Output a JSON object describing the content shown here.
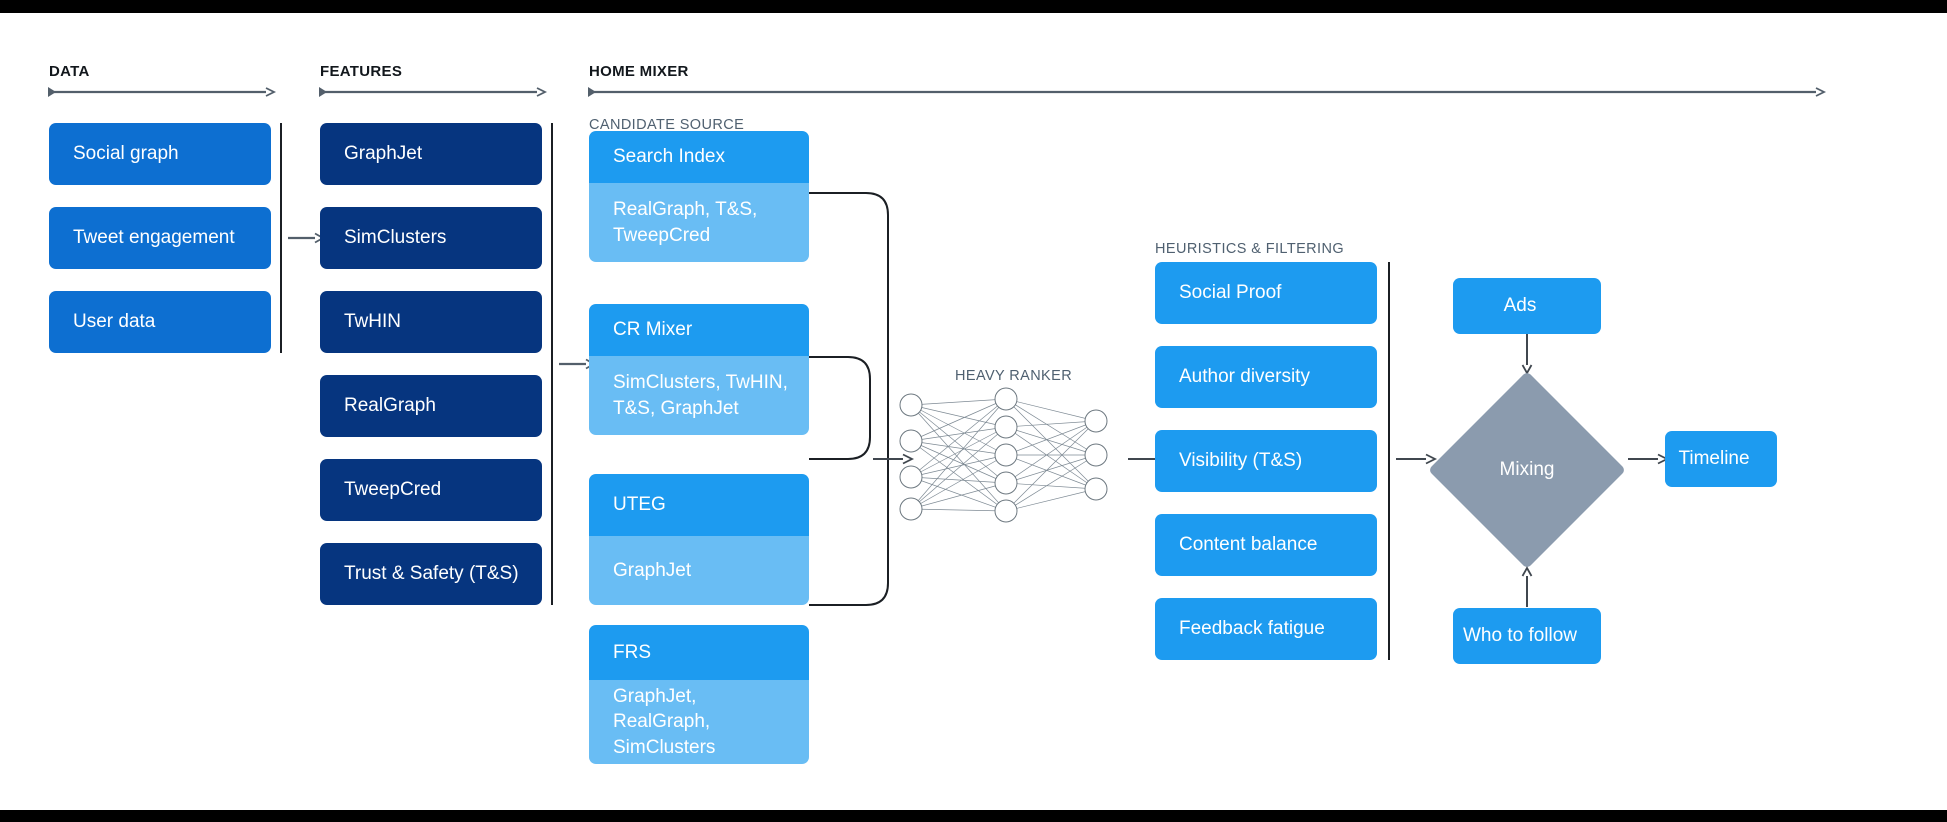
{
  "sections": {
    "data": {
      "title": "DATA"
    },
    "features": {
      "title": "FEATURES"
    },
    "home_mixer": {
      "title": "HOME MIXER"
    },
    "candidate_source": {
      "title": "CANDIDATE SOURCE"
    },
    "heavy_ranker": {
      "title": "HEAVY RANKER"
    },
    "heuristics": {
      "title": "HEURISTICS & FILTERING"
    }
  },
  "data_boxes": [
    {
      "label": "Social graph"
    },
    {
      "label": "Tweet engagement"
    },
    {
      "label": "User data"
    }
  ],
  "feature_boxes": [
    {
      "label": "GraphJet"
    },
    {
      "label": "SimClusters"
    },
    {
      "label": "TwHIN"
    },
    {
      "label": "RealGraph"
    },
    {
      "label": "TweepCred"
    },
    {
      "label": "Trust & Safety (T&S)"
    }
  ],
  "candidate_sources": [
    {
      "name": "Search Index",
      "features": "RealGraph, T&S,\nTweepCred"
    },
    {
      "name": "CR Mixer",
      "features": "SimClusters, TwHIN,\nT&S, GraphJet"
    },
    {
      "name": "UTEG",
      "features": "GraphJet"
    },
    {
      "name": "FRS",
      "features": "GraphJet, RealGraph,\nSimClusters"
    }
  ],
  "heuristics_boxes": [
    {
      "label": "Social Proof"
    },
    {
      "label": "Author diversity"
    },
    {
      "label": "Visibility (T&S)"
    },
    {
      "label": "Content balance"
    },
    {
      "label": "Feedback fatigue"
    }
  ],
  "output_stage": {
    "ads": "Ads",
    "mixing": "Mixing",
    "who_to_follow": "Who to follow",
    "timeline": "Timeline"
  },
  "neural_net": {
    "input_nodes": 4,
    "hidden_nodes": 5,
    "output_nodes": 3
  },
  "colors": {
    "data_blue": "#0d6fd1",
    "feature_navy": "#06357f",
    "candidate_blue": "#1d9bf0",
    "candidate_blue_light": "#69bdf4",
    "heuristic_blue": "#1d9bf0",
    "mixing_gray": "#8b9bae",
    "arrow_gray": "#535f6b",
    "divider": "#1b1f24",
    "label_gray": "#4f6070",
    "background": "#ffffff",
    "letterbox": "#000000"
  }
}
